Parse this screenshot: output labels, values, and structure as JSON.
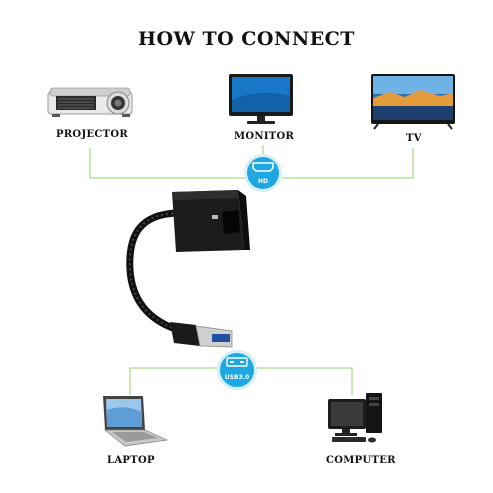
{
  "title": "HOW TO CONNECT",
  "devices": {
    "projector": {
      "label": "PROJECTOR",
      "icon": "projector-icon"
    },
    "monitor": {
      "label": "MONITOR",
      "icon": "monitor-icon"
    },
    "tv": {
      "label": "TV",
      "icon": "tv-icon"
    },
    "laptop": {
      "label": "LAPTOP",
      "icon": "laptop-icon"
    },
    "computer": {
      "label": "COMPUTER",
      "icon": "computer-icon"
    }
  },
  "ports": {
    "hdmi": {
      "text": "HD",
      "icon": "hdmi-port-icon"
    },
    "usb": {
      "text": "USB3.0",
      "icon": "usb-port-icon"
    }
  },
  "adapter": {
    "icon": "usb-to-hdmi-adapter-icon"
  },
  "colors": {
    "connector_line": "#a8d98a",
    "badge_fill": "#1ea7e1",
    "badge_ring": "#d6eef8",
    "adapter_body": "#1c1c1c"
  }
}
